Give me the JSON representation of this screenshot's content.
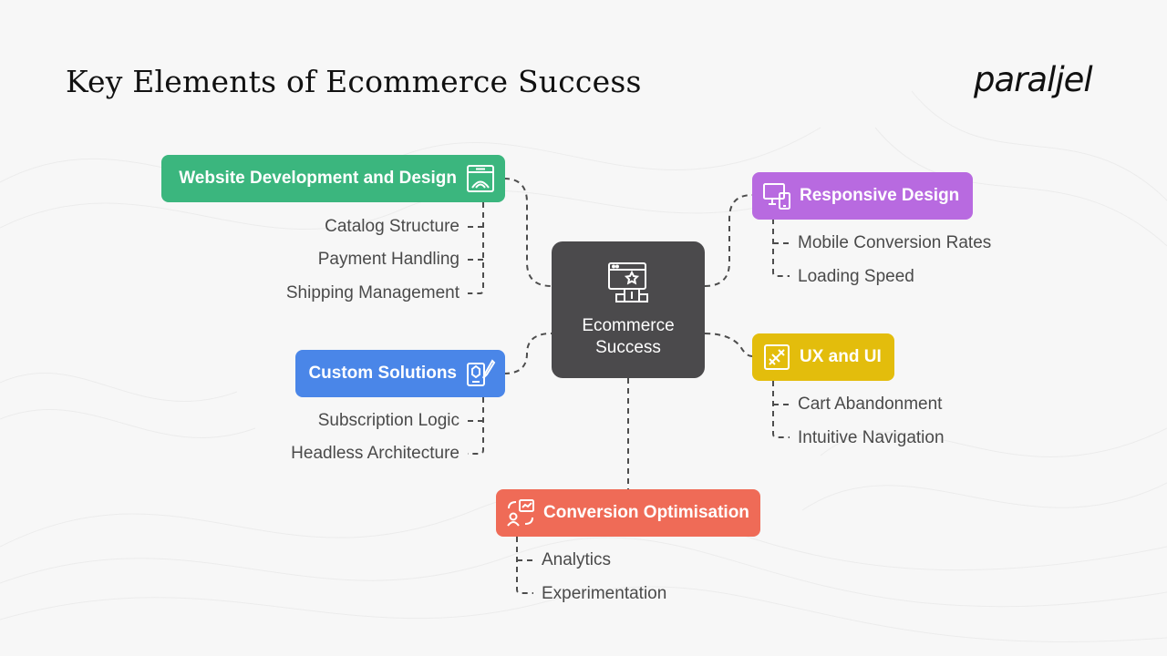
{
  "title": "Key Elements of Ecommerce Success",
  "logo": "paraljel",
  "center": {
    "line1": "Ecommerce",
    "line2": "Success",
    "icon": "award-podium-icon"
  },
  "branches": {
    "website": {
      "label": "Website Development and Design",
      "icon": "web-design-icon",
      "color": "#3bb67e",
      "items": [
        "Catalog Structure",
        "Payment Handling",
        "Shipping Management"
      ]
    },
    "custom": {
      "label": "Custom Solutions",
      "icon": "custom-tools-icon",
      "color": "#4a86e8",
      "items": [
        "Subscription Logic",
        "Headless Architecture"
      ]
    },
    "responsive": {
      "label": "Responsive Design",
      "icon": "devices-icon",
      "color": "#b86ae0",
      "items": [
        "Mobile Conversion Rates",
        "Loading Speed"
      ]
    },
    "ux": {
      "label": "UX and UI",
      "icon": "design-pen-icon",
      "color": "#e3bd0c",
      "items": [
        "Cart Abandonment",
        "Intuitive Navigation"
      ]
    },
    "conversion": {
      "label": "Conversion Optimisation",
      "icon": "analytics-flow-icon",
      "color": "#ef6b57",
      "items": [
        "Analytics",
        "Experimentation"
      ]
    }
  }
}
